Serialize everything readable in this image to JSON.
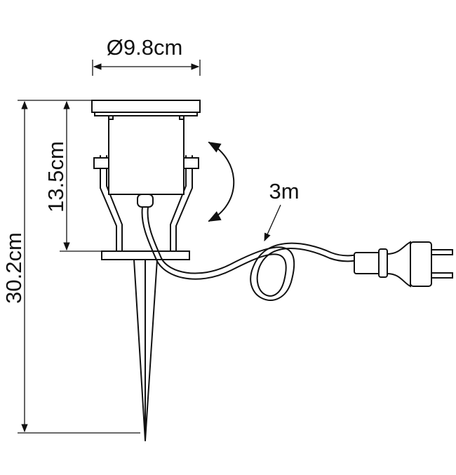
{
  "dimensions": {
    "diameter": "Ø9.8cm",
    "head_height": "13.5cm",
    "total_height": "30.2cm",
    "cable_length": "3m"
  },
  "colors": {
    "line": "#111111",
    "background": "#ffffff"
  }
}
